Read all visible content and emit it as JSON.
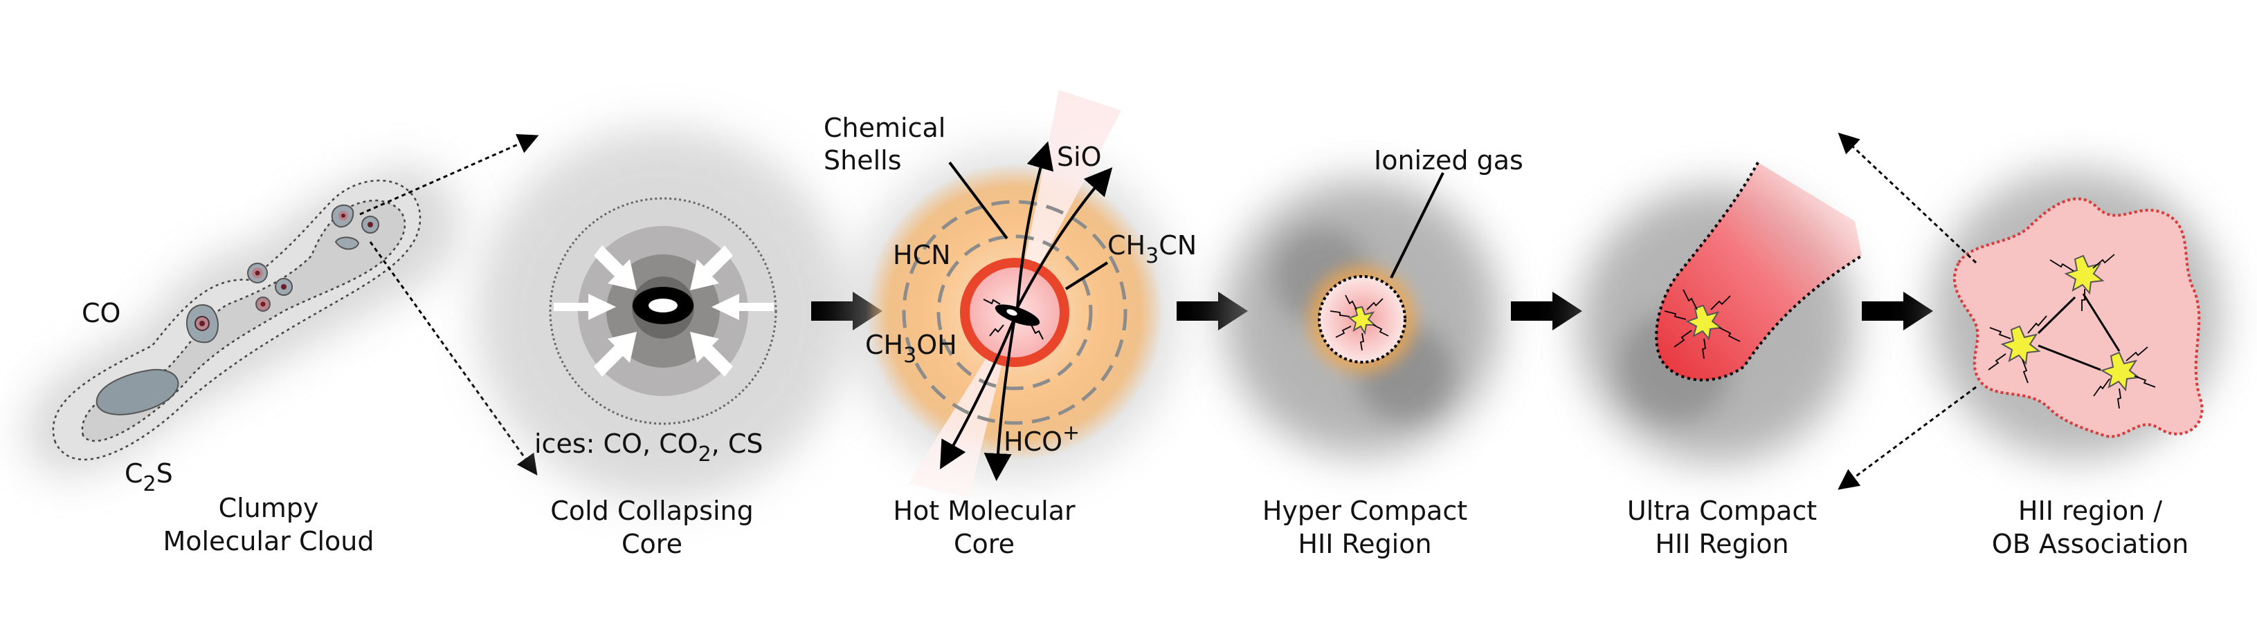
{
  "stages": [
    {
      "caption": [
        "Clumpy",
        "Molecular Cloud"
      ]
    },
    {
      "caption": [
        "Cold Collapsing",
        "Core"
      ]
    },
    {
      "caption": [
        "Hot Molecular",
        "Core"
      ]
    },
    {
      "caption": [
        "Hyper Compact",
        "HII Region"
      ]
    },
    {
      "caption": [
        "Ultra Compact",
        "HII Region"
      ]
    },
    {
      "caption": [
        "HII region /",
        "OB Association"
      ]
    }
  ],
  "labels": {
    "co": "CO",
    "c2s_main": "C",
    "c2s_sub": "2",
    "c2s_end": "S",
    "ices_a": "ices: CO, CO",
    "ices_sub": "2",
    "ices_b": ", CS",
    "shells_1": "Chemical",
    "shells_2": "Shells",
    "sio": "SiO",
    "hcn": "HCN",
    "ch3cn_a": "CH",
    "ch3cn_sub": "3",
    "ch3cn_b": "CN",
    "ch3oh_a": "CH",
    "ch3oh_sub": "3",
    "ch3oh_b": "OH",
    "hco_a": "HCO",
    "hco_sup": "+",
    "ionized": "Ionized gas"
  },
  "colors": {
    "cloud": "#c9c9c9",
    "core_gray": "#8a8a8a",
    "hot_glow": "#f7b366",
    "shell_red": "#e8452b",
    "ionized_glow": "#f2a64a",
    "hii_pink": "#f7c3c3",
    "hii_edge": "#d93a3a",
    "star_yellow": "#f3f13a",
    "arrow": "#000000"
  }
}
